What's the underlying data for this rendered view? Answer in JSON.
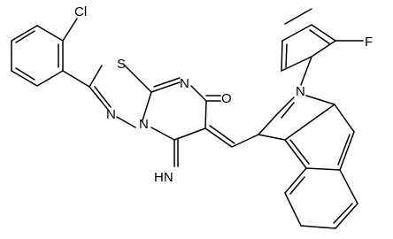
{
  "labels": {
    "cl": "Cl",
    "s": "S",
    "n_thiadiazole": "N",
    "n_ring_junction": "N",
    "n_pyrimidine": "N",
    "o_carbonyl": "O",
    "imine": "HN",
    "n_indole": "N",
    "f": "F"
  },
  "colors": {
    "bond": "#000000",
    "text": "#000000",
    "background": "#ffffff"
  }
}
